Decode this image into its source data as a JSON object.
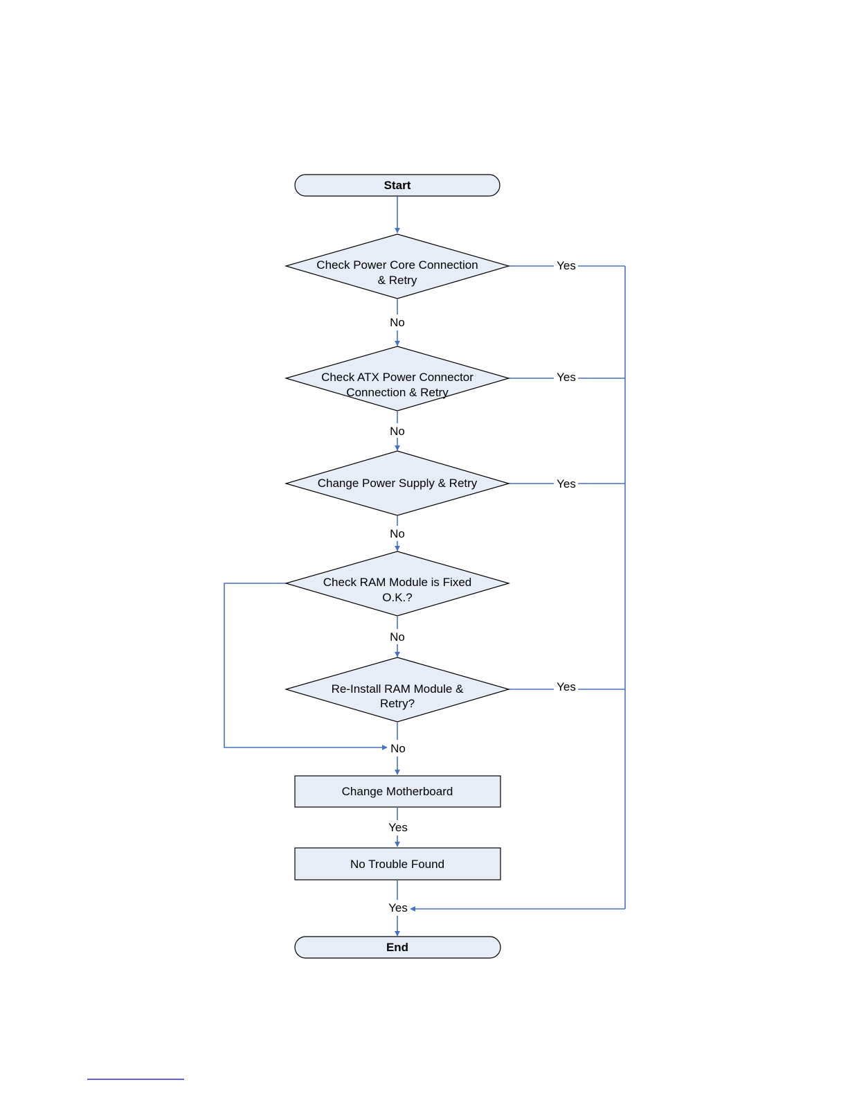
{
  "diagram": {
    "start": "Start",
    "end": "End",
    "decisions": [
      {
        "id": "d1",
        "lines": [
          "Check Power Core Connection",
          "& Retry"
        ]
      },
      {
        "id": "d2",
        "lines": [
          "Check ATX Power Connector",
          "Connection & Retry"
        ]
      },
      {
        "id": "d3",
        "lines": [
          "Change Power Supply & Retry"
        ]
      },
      {
        "id": "d4",
        "lines": [
          "Check RAM Module is Fixed",
          "O.K.?"
        ]
      },
      {
        "id": "d5",
        "lines": [
          "Re-Install RAM Module &",
          "Retry?"
        ]
      }
    ],
    "processes": [
      {
        "id": "p1",
        "label": "Change Motherboard"
      },
      {
        "id": "p2",
        "label": "No Trouble Found"
      }
    ],
    "edge_labels": {
      "d1_no": "No",
      "d2_no": "No",
      "d3_no": "No",
      "d4_no": "No",
      "merge_no": "No",
      "d1_yes": "Yes",
      "d2_yes": "Yes",
      "d3_yes": "Yes",
      "d5_yes": "Yes",
      "p1_yes": "Yes",
      "p2_yes": "Yes"
    }
  },
  "colors": {
    "node_fill": "#e7edf7",
    "node_stroke": "#000000",
    "connector": "#4472c4"
  }
}
